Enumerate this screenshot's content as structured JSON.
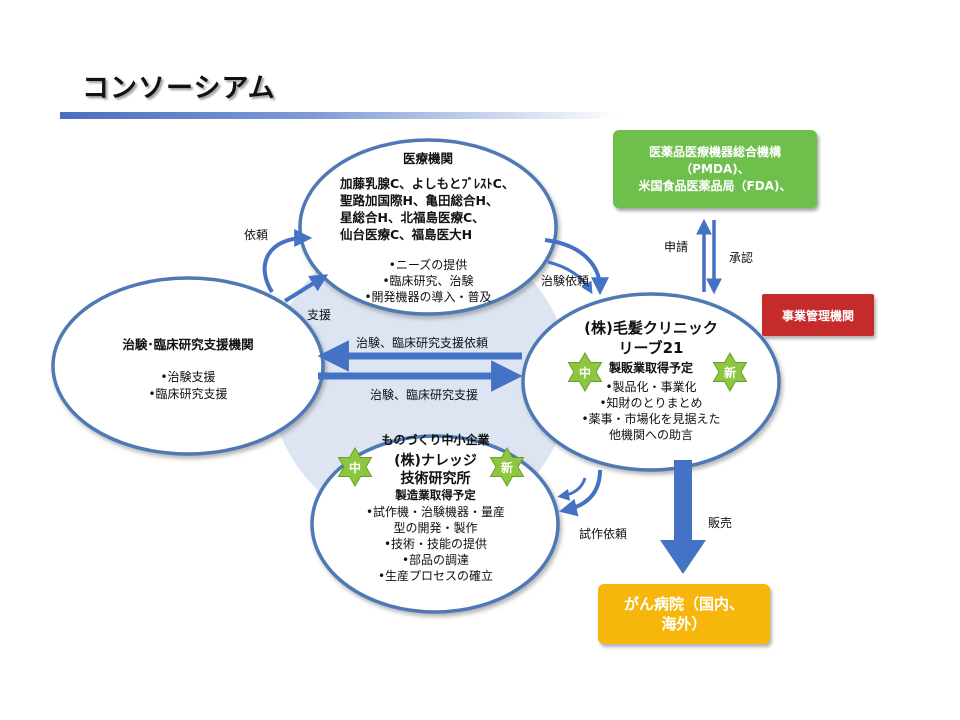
{
  "slide": {
    "title": "コンソーシアム"
  },
  "nodes": {
    "medical": {
      "heading": "医療機関",
      "members": [
        "加藤乳腺C、よしもとﾌﾞﾚｽﾄC、",
        "聖路加国際H、亀田総合H、",
        "星総合H、北福島医療C、",
        "仙台医療C、福島医大H"
      ],
      "roles": [
        "•ニーズの提供",
        "•臨床研究、治験",
        "•開発機器の導入・普及"
      ]
    },
    "support": {
      "heading": "治験･臨床研究支援機関",
      "roles": [
        "•治験支援",
        "•臨床研究支援"
      ]
    },
    "clinic": {
      "name_line1": "(株)毛髪クリニック",
      "name_line2": "リーブ21",
      "badge_left": "中",
      "badge_right": "新",
      "status": "製販業取得予定",
      "roles": [
        "•製品化・事業化",
        "•知財のとりまとめ",
        "•薬事・市場化を見据えた",
        "他機関への助言"
      ]
    },
    "maker": {
      "category": "ものづくり中小企業",
      "name_line1": "(株)ナレッジ",
      "name_line2": "技術研究所",
      "badge_left": "中",
      "badge_right": "新",
      "status": "製造業取得予定",
      "roles": [
        "•試作機・治験機器・量産",
        "型の開発・製作",
        "•技術・技能の提供",
        "•部品の調達",
        "•生産プロセスの確立"
      ]
    },
    "regulator": {
      "line1": "医薬品医療機器総合機構",
      "line2": "（PMDA)、",
      "line3": "米国食品医薬品局（FDA)、"
    },
    "office": {
      "label": "事業管理機関"
    },
    "hospital": {
      "line1": "がん病院（国内、",
      "line2": "海外）"
    }
  },
  "edges": {
    "request": "依頼",
    "support": "支援",
    "trial_request": "治験依頼",
    "trial_clinical_request": "治験、臨床研究支援依頼",
    "trial_clinical_support": "治験、臨床研究支援",
    "apply": "申請",
    "approve": "承認",
    "sales": "販売",
    "prototype_request": "試作依頼"
  },
  "colors": {
    "ellipse_stroke": "#4f79b5",
    "arrow_blue": "#4472c4",
    "regulator_green": "#6ebf4b",
    "office_red": "#c62b2b",
    "hospital_yellow": "#f6b60c",
    "badge_green": "#8dc63f",
    "background_circle": "#dde5f3"
  }
}
